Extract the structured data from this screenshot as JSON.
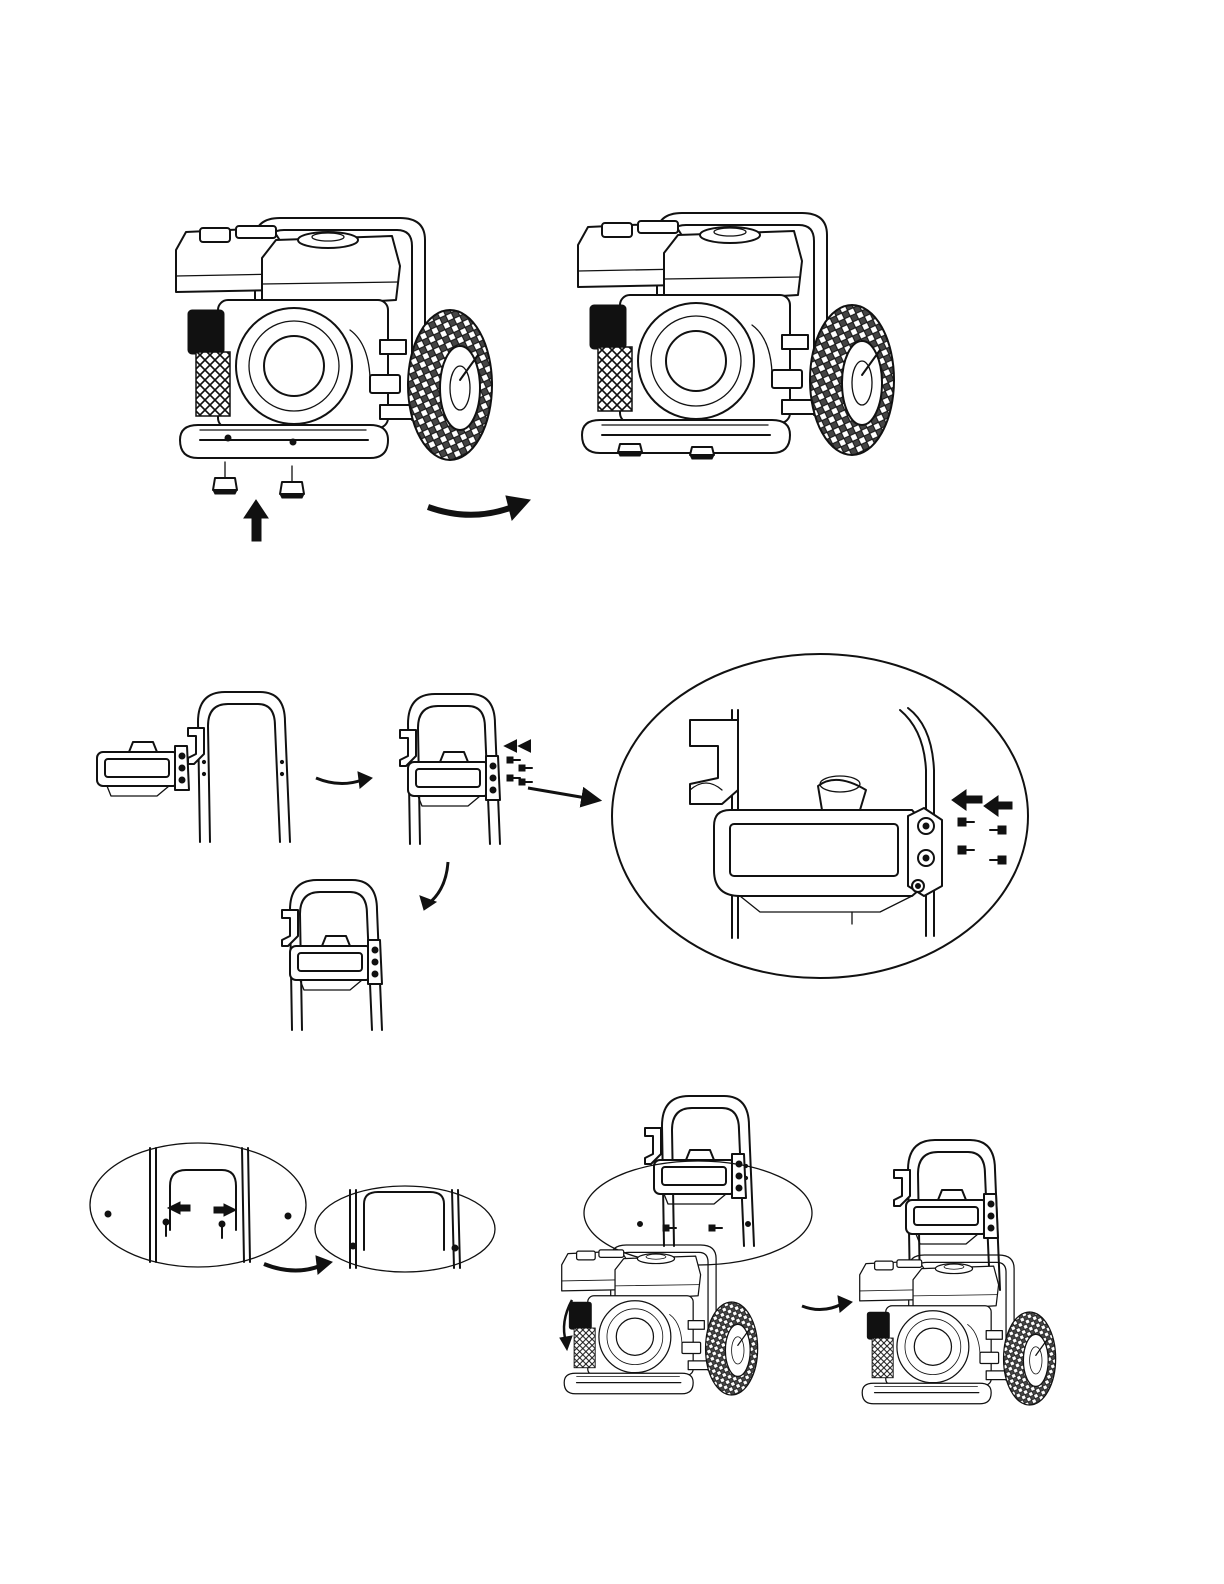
{
  "document": {
    "colors": {
      "background": "#ffffff",
      "line": "#111111"
    },
    "figures": [
      {
        "id": "fig-feet-install",
        "parts": [
          "engine",
          "frame",
          "wheels",
          "rubber-feet",
          "up-arrow",
          "curved-arrow"
        ]
      },
      {
        "id": "fig-feet-installed",
        "parts": [
          "engine",
          "frame",
          "wheels",
          "rubber-feet"
        ]
      },
      {
        "id": "fig-handle-bracket",
        "parts": [
          "handle",
          "bracket",
          "holster-hook",
          "bolts",
          "arrows",
          "detail-callout"
        ]
      },
      {
        "id": "fig-handle-pins",
        "parts": [
          "handle",
          "pins",
          "arrows",
          "detail-ovals"
        ]
      },
      {
        "id": "fig-handle-mount",
        "parts": [
          "handle",
          "engine",
          "frame",
          "wheels",
          "bolts",
          "arrows"
        ]
      }
    ],
    "icons": [
      "arrow-up-icon",
      "curved-arrow-icon",
      "straight-arrow-icon",
      "bolt-icon"
    ]
  }
}
